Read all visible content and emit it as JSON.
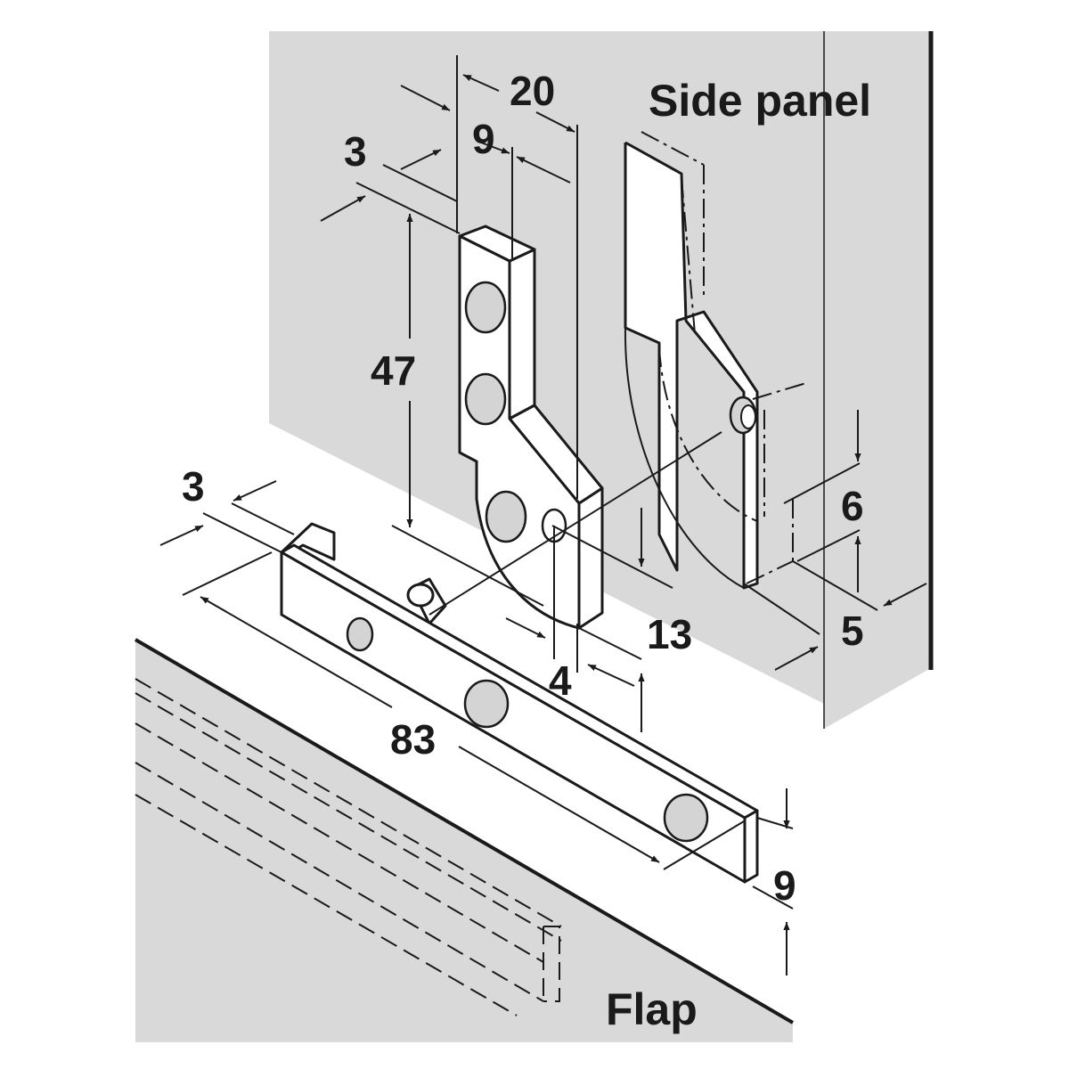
{
  "labels": {
    "side_panel": "Side panel",
    "flap": "Flap"
  },
  "dimensions": {
    "d20": "20",
    "d9_top": "9",
    "d3_top": "3",
    "d47": "47",
    "d3_bottom": "3",
    "d83": "83",
    "d13": "13",
    "d4": "4",
    "d6": "6",
    "d5": "5",
    "d9_bottom": "9"
  },
  "colors": {
    "panel_fill": "#d9d9d9",
    "line": "#1a1a1a",
    "part_fill": "#ffffff"
  }
}
